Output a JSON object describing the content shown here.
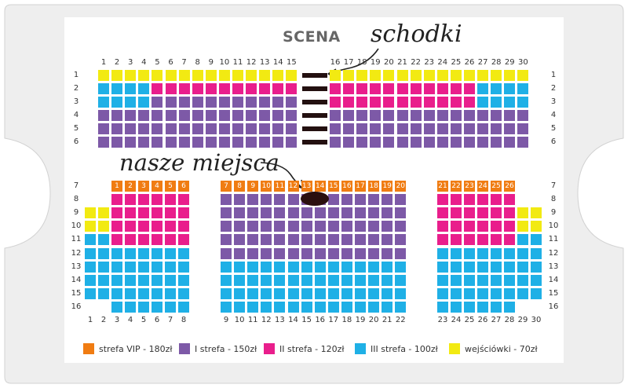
{
  "stage_label": "SCENA",
  "annotations": {
    "stairs_note": "schodki",
    "our_seats_note": "nasze miejsca"
  },
  "colors": {
    "vip": "#f07c12",
    "zone1": "#7d59a7",
    "zone2": "#e91e8c",
    "zone3": "#1fb0e6",
    "entry": "#f2ea12",
    "marker": "#2b0f0f",
    "ticket_bg": "#eeeeee",
    "plan_bg": "#ffffff"
  },
  "legend": [
    {
      "key": "vip",
      "label": "strefa VIP - 180zł"
    },
    {
      "key": "zone1",
      "label": "I strefa - 150zł"
    },
    {
      "key": "zone2",
      "label": "II strefa - 120zł"
    },
    {
      "key": "zone3",
      "label": "III strefa - 100zł"
    },
    {
      "key": "entry",
      "label": "wejściówki - 70zł"
    }
  ],
  "top_section": {
    "rows": [
      "1",
      "2",
      "3",
      "4",
      "5",
      "6"
    ],
    "seat_numbers": [
      "1",
      "2",
      "3",
      "4",
      "5",
      "6",
      "7",
      "8",
      "9",
      "10",
      "11",
      "12",
      "13",
      "14",
      "15",
      "16",
      "17",
      "18",
      "19",
      "20",
      "21",
      "22",
      "23",
      "24",
      "25",
      "26",
      "27",
      "28",
      "29",
      "30"
    ],
    "zones_by_row": {
      "1": "entry",
      "2": [
        "zone3",
        "zone3",
        "zone3",
        "zone3",
        "zone2",
        "zone2",
        "zone2",
        "zone2",
        "zone2",
        "zone2",
        "zone2",
        "zone2",
        "zone2",
        "zone2",
        "zone2",
        "zone2",
        "zone2",
        "zone2",
        "zone2",
        "zone2",
        "zone2",
        "zone2",
        "zone2",
        "zone2",
        "zone2",
        "zone2",
        "zone3",
        "zone3",
        "zone3",
        "zone3"
      ],
      "3": [
        "zone3",
        "zone3",
        "zone3",
        "zone3",
        "zone1",
        "zone1",
        "zone1",
        "zone1",
        "zone1",
        "zone1",
        "zone1",
        "zone1",
        "zone1",
        "zone1",
        "zone1",
        "zone2",
        "zone2",
        "zone2",
        "zone2",
        "zone2",
        "zone2",
        "zone2",
        "zone2",
        "zone2",
        "zone2",
        "zone2",
        "zone3",
        "zone3",
        "zone3",
        "zone3"
      ],
      "4": "zone1",
      "5": "zone1",
      "6": "zone1"
    }
  },
  "bottom_section": {
    "rows": [
      "7",
      "8",
      "9",
      "10",
      "11",
      "12",
      "13",
      "14",
      "15",
      "16"
    ],
    "left_bottom_numbers": [
      "1",
      "2",
      "3",
      "4",
      "5",
      "6",
      "7",
      "8"
    ],
    "center_bottom_numbers": [
      "9",
      "10",
      "11",
      "12",
      "13",
      "14",
      "15",
      "16",
      "17",
      "18",
      "19",
      "20",
      "21",
      "22"
    ],
    "right_bottom_numbers": [
      "23",
      "24",
      "25",
      "26",
      "27",
      "28",
      "29",
      "30"
    ],
    "left_vip_numbers": [
      "1",
      "2",
      "3",
      "4",
      "5",
      "6"
    ],
    "center_vip_numbers": [
      "7",
      "8",
      "9",
      "10",
      "11",
      "12",
      "13",
      "14",
      "15",
      "16",
      "17",
      "18",
      "19",
      "20"
    ],
    "right_vip_numbers": [
      "21",
      "22",
      "23",
      "24",
      "25",
      "26"
    ],
    "zones": {
      "8": "zone2",
      "9": "zone2",
      "10": "zone2",
      "11": "zone2",
      "12": "zone3",
      "13": "zone3",
      "14": "zone3",
      "15": "zone3",
      "16": "zone3"
    },
    "center_zones": {
      "8": "zone1",
      "9": "zone1",
      "10": "zone1",
      "11": "zone1",
      "12": "zone1",
      "13": "zone3",
      "14": "zone3",
      "15": "zone3",
      "16": "zone3"
    },
    "outer_zones": {
      "9": "entry",
      "10": "entry",
      "11": "zone3",
      "12": "zone3",
      "13": "zone3",
      "14": "zone3",
      "15": "zone3",
      "16": "empty"
    }
  },
  "our_seats": {
    "row": "8",
    "seats": [
      "13",
      "14"
    ]
  }
}
